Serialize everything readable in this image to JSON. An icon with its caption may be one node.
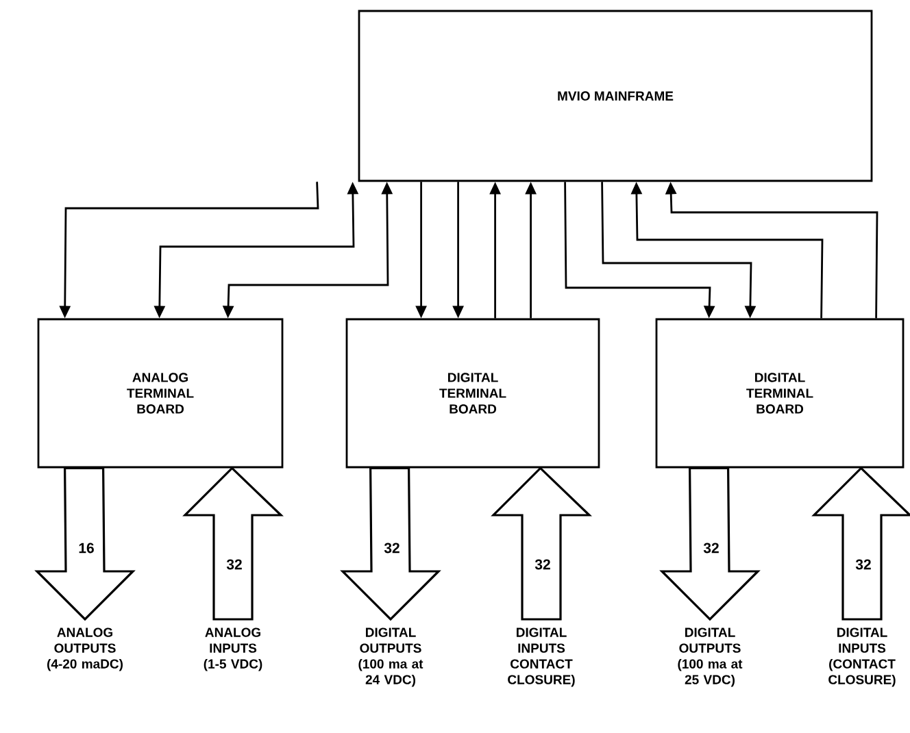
{
  "diagram": {
    "nodes": [
      {
        "text": [
          "MVIO MAINFRAME"
        ]
      },
      {
        "text": [
          "ANALOG TERMINAL BOARD"
        ]
      },
      {
        "text": [
          "DIGITAL TERMINAL BOARD"
        ]
      },
      {
        "text": [
          "DIGITAL TERMINAL BOARD"
        ]
      },
      {
        "text": [
          "ANALOG OUTPUTS (4-20 maDC)"
        ]
      },
      {
        "text": [
          "ANALOG INPUTS (1-5 VDC)"
        ]
      },
      {
        "text": [
          "DIGITAL OUTPUTS (100 ma at 24 VDC)"
        ]
      },
      {
        "text": [
          "DIGITAL INPUTS CONTACT CLOSURE)"
        ]
      },
      {
        "text": [
          "DIGITAL OUTPUTS (100 ma at 25 VDC)"
        ]
      },
      {
        "text": [
          "DIGITAL INPUTS (CONTACT CLOSURE)"
        ]
      }
    ],
    "edges": [
      {
        "from": 0,
        "to": 1,
        "arrow": "to"
      },
      {
        "from": 0,
        "to": 1,
        "arrow": "both"
      },
      {
        "from": 0,
        "to": 1,
        "arrow": "both"
      },
      {
        "from": 0,
        "to": 2,
        "arrow": "to"
      },
      {
        "from": 0,
        "to": 2,
        "arrow": "to"
      },
      {
        "from": 2,
        "to": 0,
        "arrow": "to"
      },
      {
        "from": 2,
        "to": 0,
        "arrow": "to"
      },
      {
        "from": 0,
        "to": 3,
        "arrow": "to"
      },
      {
        "from": 0,
        "to": 3,
        "arrow": "to"
      },
      {
        "from": 3,
        "to": 0,
        "arrow": "to"
      },
      {
        "from": 3,
        "to": 0,
        "arrow": "to"
      },
      {
        "from": 1,
        "to": 4,
        "arrow": "to",
        "label": "16",
        "style": "thick"
      },
      {
        "from": 5,
        "to": 1,
        "arrow": "to",
        "label": "32",
        "style": "thick"
      },
      {
        "from": 2,
        "to": 6,
        "arrow": "to",
        "label": "32",
        "style": "thick"
      },
      {
        "from": 7,
        "to": 2,
        "arrow": "to",
        "label": "32",
        "style": "thick"
      },
      {
        "from": 3,
        "to": 8,
        "arrow": "to",
        "label": "32",
        "style": "thick"
      },
      {
        "from": 9,
        "to": 3,
        "arrow": "to",
        "label": "32",
        "style": "thick"
      }
    ]
  }
}
